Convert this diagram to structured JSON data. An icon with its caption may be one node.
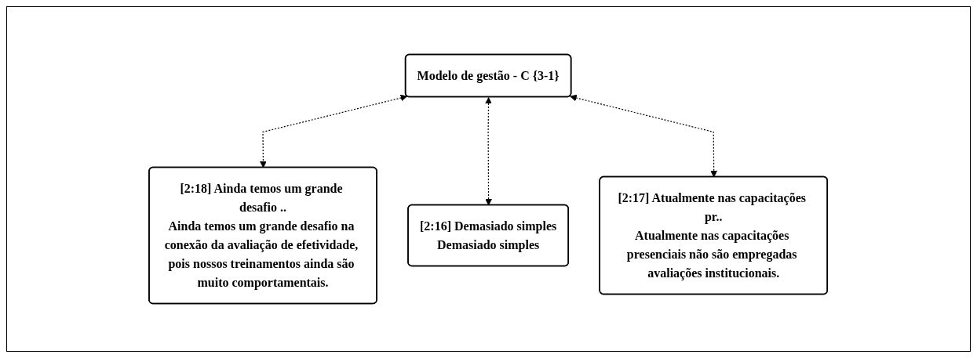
{
  "diagram": {
    "nodes": [
      {
        "text": [
          "Modelo de gestão - C {3-1}"
        ]
      },
      {
        "text": [
          "[2:18] Ainda temos um grande desafio ..",
          "Ainda temos um grande desafio na conexão da avaliação de efetividade, pois nossos treinamentos ainda são muito comportamentais."
        ]
      },
      {
        "text": [
          "[2:16] Demasiado simples",
          "Demasiado simples"
        ]
      },
      {
        "text": [
          "[2:17] Atualmente nas capacitações pr..",
          "Atualmente nas capacitações presenciais não são empregadas avaliações institucionais."
        ]
      }
    ],
    "edges": [
      {
        "from": 0,
        "to": 1,
        "arrow": "both",
        "style": "dashed"
      },
      {
        "from": 0,
        "to": 2,
        "arrow": "both",
        "style": "dashed"
      },
      {
        "from": 0,
        "to": 3,
        "arrow": "both",
        "style": "dashed"
      }
    ]
  }
}
